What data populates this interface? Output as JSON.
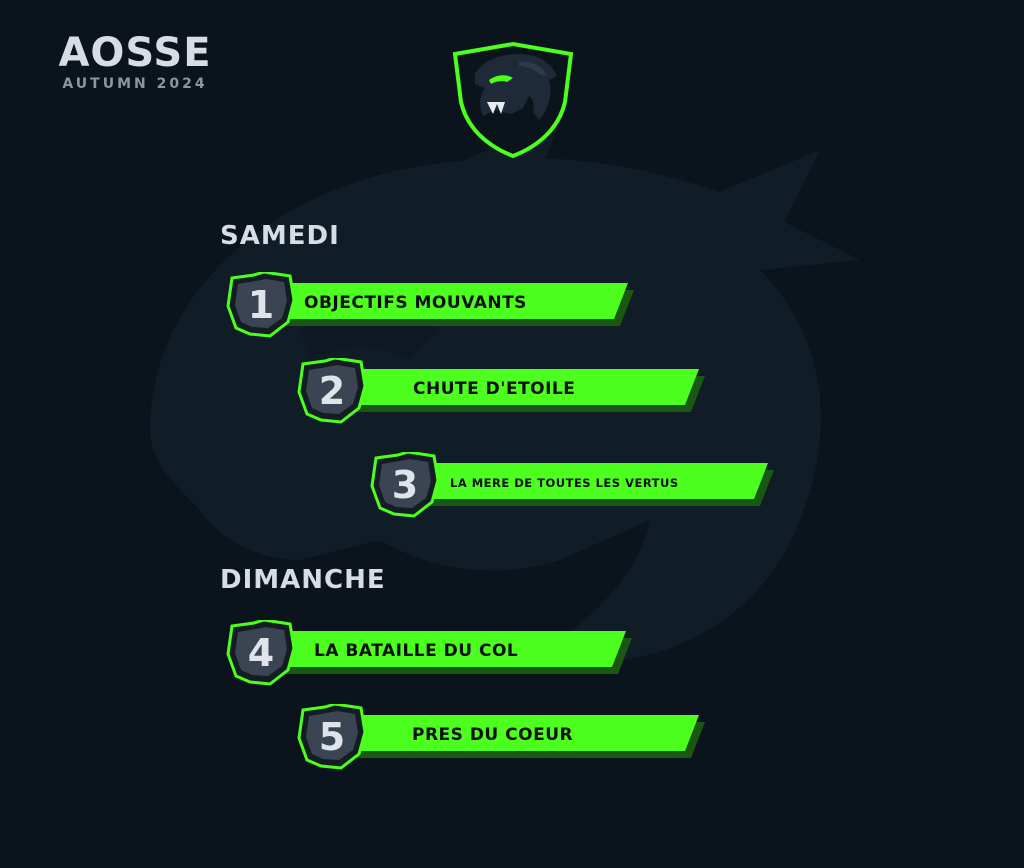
{
  "brand": {
    "title": "AOSSE",
    "subtitle": "AUTUMN 2024",
    "logo_icon": "panther-shield-icon"
  },
  "colors": {
    "background": "#0b141c",
    "accent_green": "#4cff1e",
    "badge_fill": "#3b4452",
    "heading_text": "#d8dde3"
  },
  "days": [
    {
      "label": "SAMEDI",
      "missions": [
        {
          "number": "1",
          "title": "OBJECTIFS MOUVANTS"
        },
        {
          "number": "2",
          "title": "CHUTE D'ETOILE"
        },
        {
          "number": "3",
          "title": "LA MERE DE TOUTES LES VERTUS"
        }
      ]
    },
    {
      "label": "DIMANCHE",
      "missions": [
        {
          "number": "4",
          "title": "LA BATAILLE DU COL"
        },
        {
          "number": "5",
          "title": "PRES DU COEUR"
        }
      ]
    }
  ]
}
